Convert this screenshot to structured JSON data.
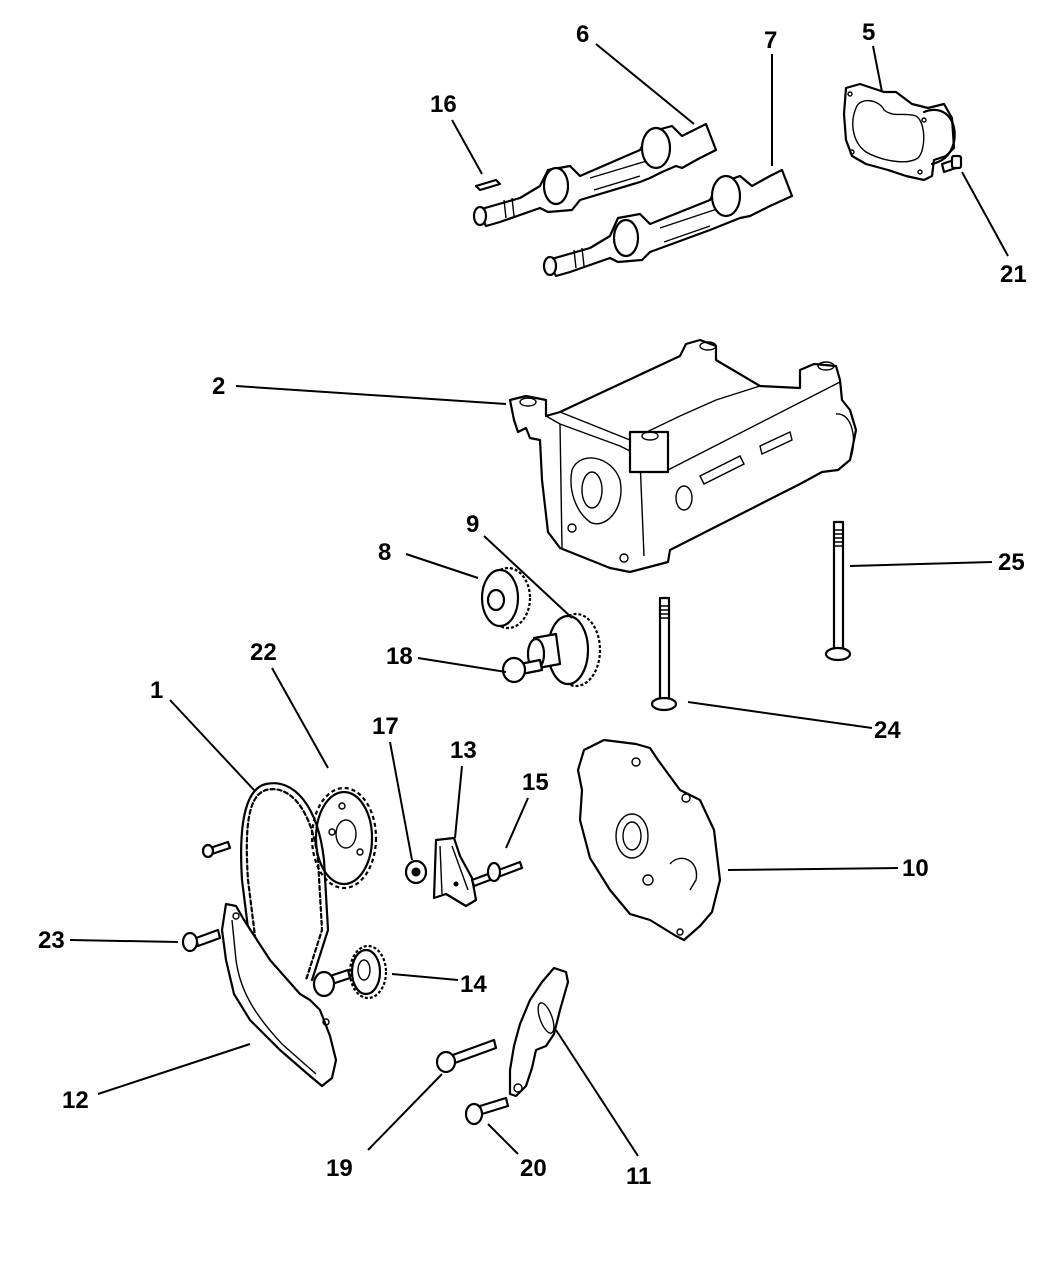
{
  "diagram": {
    "type": "exploded-parts-diagram",
    "background": "#ffffff",
    "ink_color": "#000000",
    "callouts": [
      {
        "number": "1",
        "part": "timing-chain"
      },
      {
        "number": "2",
        "part": "balance-shaft-housing"
      },
      {
        "number": "5",
        "part": "cover-gasket-housing"
      },
      {
        "number": "6",
        "part": "balance-shaft-upper"
      },
      {
        "number": "7",
        "part": "balance-shaft-lower"
      },
      {
        "number": "8",
        "part": "gear-upper"
      },
      {
        "number": "9",
        "part": "gear-lower"
      },
      {
        "number": "10",
        "part": "front-cover"
      },
      {
        "number": "11",
        "part": "chain-guide"
      },
      {
        "number": "12",
        "part": "chain-guide-curved"
      },
      {
        "number": "13",
        "part": "tensioner-bracket"
      },
      {
        "number": "14",
        "part": "small-sprocket"
      },
      {
        "number": "15",
        "part": "tensioner-bolt"
      },
      {
        "number": "16",
        "part": "key"
      },
      {
        "number": "17",
        "part": "nut"
      },
      {
        "number": "18",
        "part": "gear-bolt"
      },
      {
        "number": "19",
        "part": "guide-bolt-long"
      },
      {
        "number": "20",
        "part": "guide-bolt-short"
      },
      {
        "number": "21",
        "part": "cover-bolt"
      },
      {
        "number": "22",
        "part": "large-sprocket"
      },
      {
        "number": "23",
        "part": "guide-bolt"
      },
      {
        "number": "24",
        "part": "housing-bolt-short"
      },
      {
        "number": "25",
        "part": "housing-bolt-long"
      }
    ]
  }
}
